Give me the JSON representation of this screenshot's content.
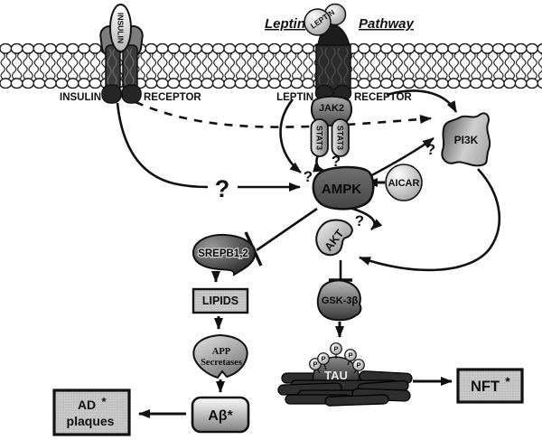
{
  "colors": {
    "ink": "#111111",
    "box_fill": "#c9c9c9",
    "background": "#ffffff"
  },
  "title": {
    "left_word": "Leptin",
    "right_word": "Pathway"
  },
  "insulin_receptor": {
    "ligand": "INSULIN",
    "label_left": "INSULIN",
    "label_right": "RECEPTOR"
  },
  "leptin_receptor": {
    "ligand": "LEPTIN",
    "label_left": "LEPTIN",
    "label_right": "RECEPTOR"
  },
  "signaling": {
    "jak2": "JAK2",
    "stat3": "STAT3",
    "pi3k": "PI3K",
    "ampk": "AMPK",
    "aicar": "AICAR",
    "akt": "AKT",
    "gsk3b": "GSK-3β",
    "srepb": "SREPB1,2",
    "question_mark": "?"
  },
  "outputs": {
    "lipids": "LIPIDS",
    "app_line1": "APP",
    "app_line2": "Secretases",
    "abeta": "Aβ*",
    "ad_line1": "AD",
    "ad_line2": "plaques",
    "nft": "NFT",
    "asterisk": "*",
    "tau": "TAU",
    "phospho": "P"
  }
}
